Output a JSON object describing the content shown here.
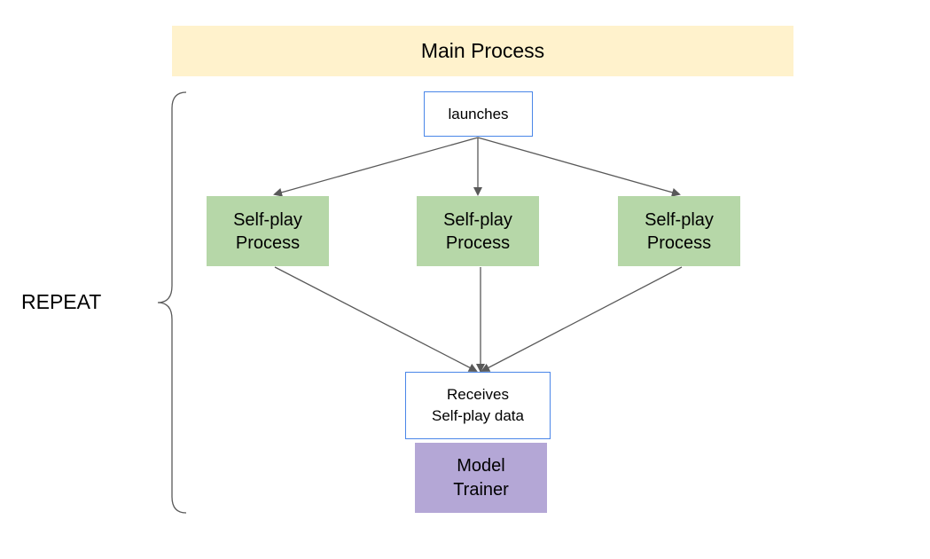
{
  "colors": {
    "main_fill": "#fff2cc",
    "selfplay_fill": "#b6d7a8",
    "trainer_fill": "#b4a7d6",
    "box_border": "#4a86e8",
    "arrow": "#595959"
  },
  "main_process": {
    "label": "Main Process"
  },
  "launches": {
    "label": "launches"
  },
  "self_play_processes": [
    {
      "label": "Self-play\nProcess"
    },
    {
      "label": "Self-play\nProcess"
    },
    {
      "label": "Self-play\nProcess"
    }
  ],
  "receives": {
    "label": "Receives\nSelf-play data"
  },
  "model_trainer": {
    "label": "Model\nTrainer"
  },
  "repeat": {
    "label": "REPEAT"
  }
}
